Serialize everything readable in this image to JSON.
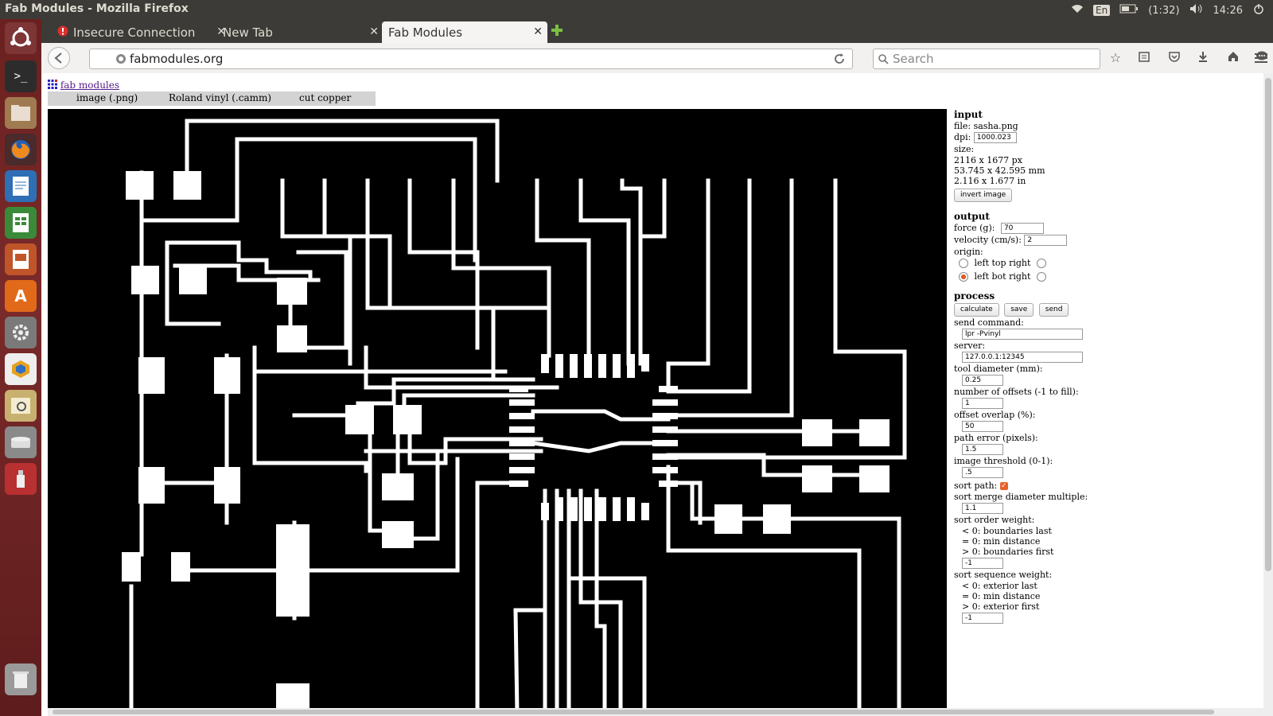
{
  "window": {
    "title": "Fab Modules - Mozilla Firefox"
  },
  "tray": {
    "lang": "En",
    "battery": "(1:32)",
    "time": "14:26"
  },
  "tabs": [
    {
      "label": "Insecure Connection"
    },
    {
      "label": "New Tab"
    },
    {
      "label": "Fab Modules"
    }
  ],
  "nav": {
    "url": "fabmodules.org",
    "search_placeholder": "Search"
  },
  "page": {
    "brand": "fab modules",
    "menu": [
      "image (.png)",
      "Roland vinyl (.camm)",
      "cut copper"
    ]
  },
  "panel": {
    "input_title": "input",
    "file": "file: sasha.png",
    "dpi_label": "dpi:",
    "dpi_value": "1000.023",
    "size_label": "size:",
    "size_px": "2116 x 1677 px",
    "size_mm": "53.745 x 42.595 mm",
    "size_in": "2.116 x 1.677 in",
    "invert_button": "invert image",
    "output_title": "output",
    "force_label": "force (g):",
    "force_value": "70",
    "velocity_label": "velocity (cm/s):",
    "velocity_value": "2",
    "origin_label": "origin:",
    "origin_top": "left top right",
    "origin_bot": "left bot right",
    "process_title": "process",
    "calc_button": "calculate",
    "save_button": "save",
    "send_button": "send",
    "send_cmd_label": "send command:",
    "send_cmd_value": "lpr -Pvinyl",
    "server_label": "server:",
    "server_value": "127.0.0.1:12345",
    "tool_label": "tool diameter (mm):",
    "tool_value": "0.25",
    "offsets_label": "number of offsets (-1 to fill):",
    "offsets_value": "1",
    "overlap_label": "offset overlap (%):",
    "overlap_value": "50",
    "patherr_label": "path error (pixels):",
    "patherr_value": "1.5",
    "threshold_label": "image threshold (0-1):",
    "threshold_value": ".5",
    "sortpath_label": "sort path:",
    "merge_label": "sort merge diameter multiple:",
    "merge_value": "1.1",
    "order_label": "sort order weight:",
    "order_1": "< 0: boundaries last",
    "order_2": "= 0: min distance",
    "order_3": "> 0: boundaries first",
    "order_value": "-1",
    "seq_label": "sort sequence weight:",
    "seq_1": "< 0: exterior last",
    "seq_2": "= 0: min distance",
    "seq_3": "> 0: exterior first",
    "seq_value": "-1"
  }
}
